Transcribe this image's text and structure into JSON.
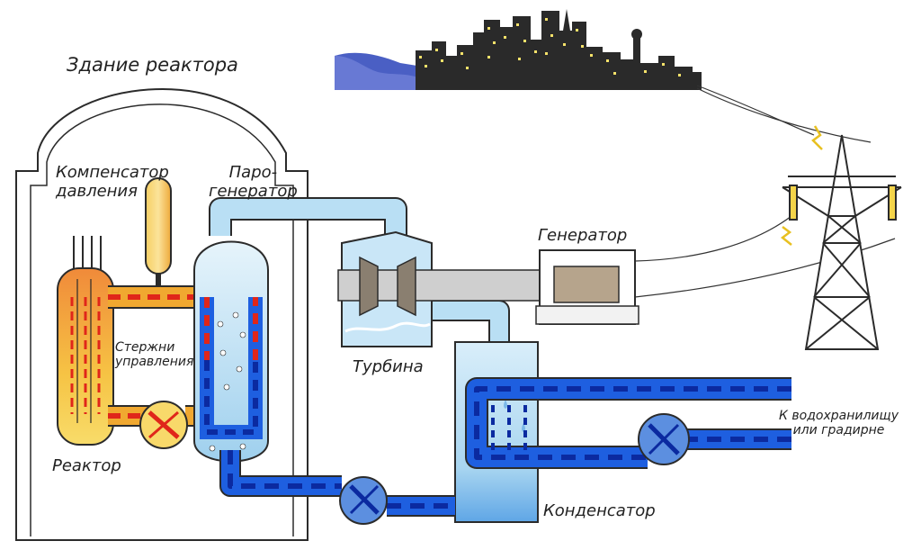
{
  "labels": {
    "reactor_building": "Здание реактора",
    "pressurizer_line1": "Компенсатор",
    "pressurizer_line2": "давления",
    "steam_gen_line1": "Паро-",
    "steam_gen_line2": "генератор",
    "generator": "Генератор",
    "control_rods_line1": "Стержни",
    "control_rods_line2": "управления",
    "turbine": "Турбина",
    "reactor": "Реактор",
    "condenser": "Конденсатор",
    "reservoir_line1": "К водохранилищу",
    "reservoir_line2": "или градирне"
  },
  "colors": {
    "outline": "#2b2b2b",
    "hot_loop": "#f0a830",
    "hot_dash": "#e0261a",
    "cold_loop": "#1e5fe0",
    "cold_dash": "#0b2aa0",
    "steam_light": "#cde9f7",
    "steam_mid": "#a9d6f0",
    "reactor_core": "#f4c24a",
    "pressurizer": "#f2b53d",
    "turbine_casing": "#c9e6f7",
    "generator_body": "#e9e9e9",
    "city_blue": "#4a5fc4"
  }
}
